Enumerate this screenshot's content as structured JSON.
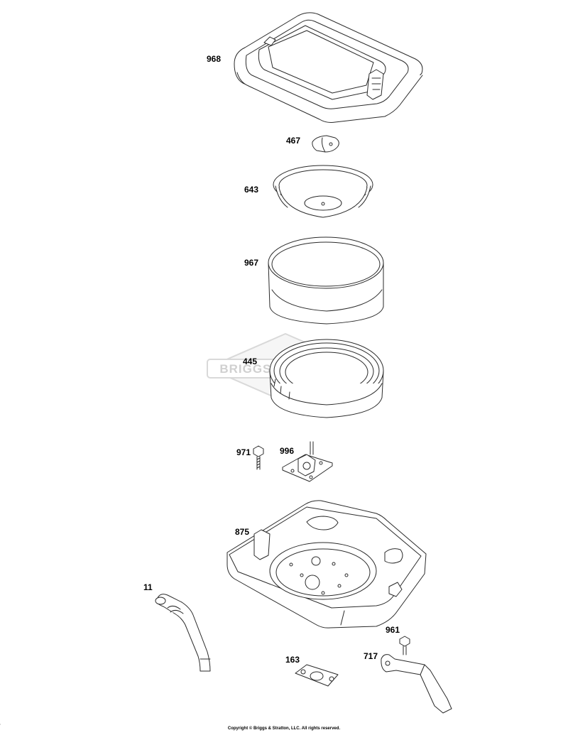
{
  "parts": [
    {
      "key": "p968",
      "label": "968"
    },
    {
      "key": "p467",
      "label": "467"
    },
    {
      "key": "p643",
      "label": "643"
    },
    {
      "key": "p967",
      "label": "967"
    },
    {
      "key": "p445",
      "label": "445"
    },
    {
      "key": "p971",
      "label": "971"
    },
    {
      "key": "p996",
      "label": "996"
    },
    {
      "key": "p875",
      "label": "875"
    },
    {
      "key": "p11",
      "label": "11"
    },
    {
      "key": "p961",
      "label": "961"
    },
    {
      "key": "p163",
      "label": "163"
    },
    {
      "key": "p717",
      "label": "717"
    }
  ],
  "watermark": {
    "text": "BRIGGS&STRATTON"
  },
  "footer": {
    "copyright": "Copyright © Briggs & Stratton, LLC. All rights reserved."
  },
  "colors": {
    "line": "#2a2a2a",
    "watermark": "#d9d9d9"
  }
}
